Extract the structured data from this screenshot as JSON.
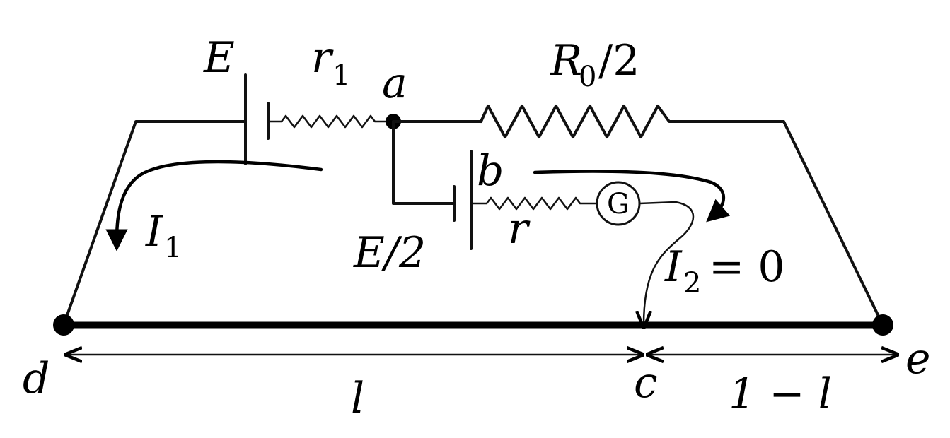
{
  "labels": {
    "E": "E",
    "r1_main": "r",
    "r1_sub": "1",
    "a": "a",
    "R0_main": "R",
    "R0_sub": "0",
    "R0_rest": "/2",
    "b": "b",
    "G": "G",
    "I1_main": "I",
    "I1_sub": "1",
    "E2": "E/2",
    "r": "r",
    "I2_main": "I",
    "I2_sub": "2",
    "I2_rest": "= 0",
    "d": "d",
    "l": "l",
    "c": "c",
    "e": "e",
    "one_minus_l": "1 − l"
  }
}
